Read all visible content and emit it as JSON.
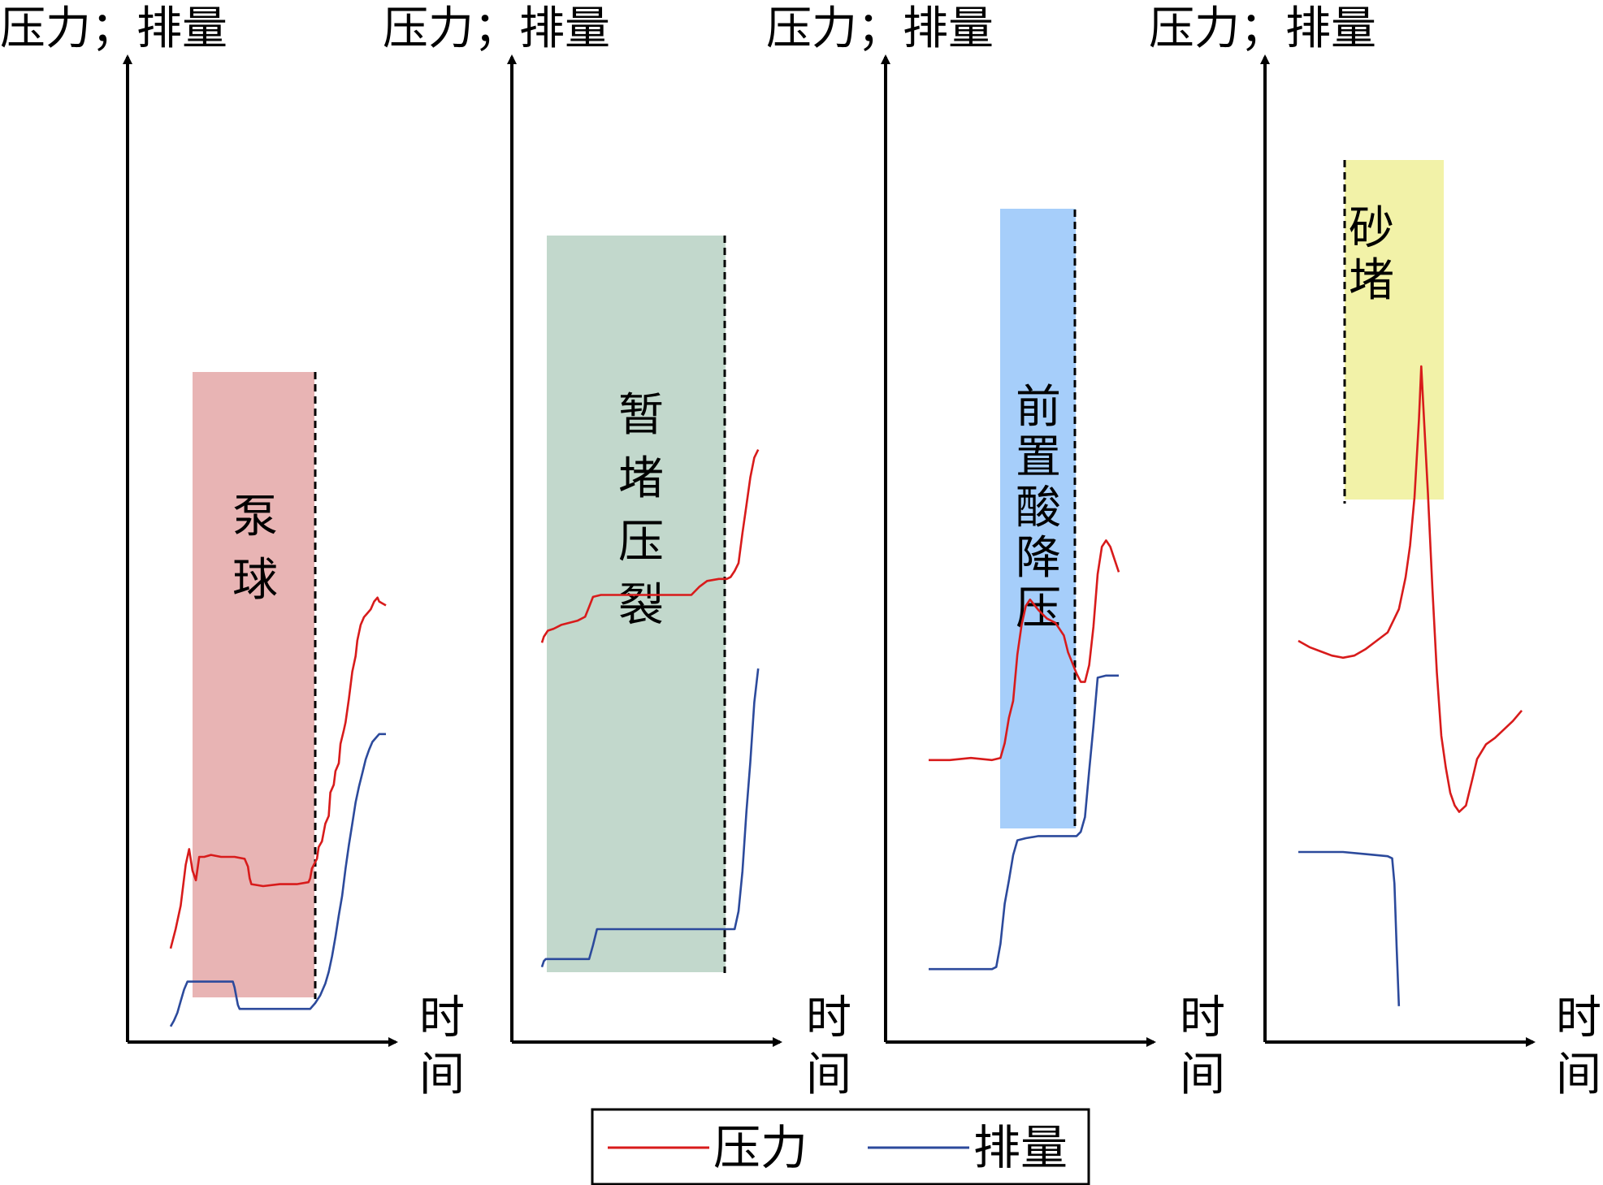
{
  "chart_data": [
    {
      "type": "line",
      "ylabel": "压力；排量",
      "xlabel": "时间",
      "stage_label": "泵球",
      "stage_color": "#e8b4b4",
      "series": [
        {
          "name": "压力",
          "values": [
            [
              0,
              48
            ],
            [
              3,
              58
            ],
            [
              6,
              70
            ],
            [
              9,
              91
            ],
            [
              11,
              99
            ],
            [
              13,
              88
            ],
            [
              15,
              83
            ],
            [
              17,
              95
            ],
            [
              20,
              95
            ],
            [
              24,
              96
            ],
            [
              30,
              95
            ],
            [
              38,
              95
            ],
            [
              44,
              94
            ],
            [
              46,
              90
            ],
            [
              47,
              84
            ],
            [
              48,
              81
            ],
            [
              55,
              80
            ],
            [
              65,
              81
            ],
            [
              75,
              81
            ],
            [
              82,
              82
            ],
            [
              83,
              84
            ],
            [
              84,
              89
            ],
            [
              87,
              94
            ],
            [
              88,
              100
            ],
            [
              90,
              103
            ],
            [
              92,
              112
            ],
            [
              94,
              116
            ],
            [
              95,
              128
            ],
            [
              97,
              132
            ],
            [
              98,
              139
            ],
            [
              100,
              143
            ],
            [
              101,
              153
            ],
            [
              103,
              160
            ],
            [
              104,
              164
            ],
            [
              106,
              176
            ],
            [
              108,
              190
            ],
            [
              110,
              198
            ],
            [
              111,
              206
            ],
            [
              113,
              214
            ],
            [
              115,
              218
            ],
            [
              117,
              220
            ],
            [
              119,
              222
            ],
            [
              121,
              226
            ],
            [
              123,
              228
            ],
            [
              124,
              226
            ],
            [
              126,
              225
            ],
            [
              128,
              224
            ]
          ]
        },
        {
          "name": "排量",
          "values": [
            [
              0,
              8
            ],
            [
              2,
              11
            ],
            [
              4,
              15
            ],
            [
              6,
              21
            ],
            [
              8,
              27
            ],
            [
              10,
              31
            ],
            [
              12,
              31
            ],
            [
              20,
              31
            ],
            [
              28,
              31
            ],
            [
              37,
              31
            ],
            [
              38,
              28
            ],
            [
              40,
              19
            ],
            [
              41,
              17
            ],
            [
              50,
              17
            ],
            [
              60,
              17
            ],
            [
              70,
              17
            ],
            [
              80,
              17
            ],
            [
              83,
              17
            ],
            [
              86,
              20
            ],
            [
              89,
              24
            ],
            [
              92,
              30
            ],
            [
              94,
              36
            ],
            [
              96,
              44
            ],
            [
              98,
              54
            ],
            [
              100,
              65
            ],
            [
              102,
              75
            ],
            [
              104,
              89
            ],
            [
              106,
              101
            ],
            [
              108,
              112
            ],
            [
              110,
              123
            ],
            [
              112,
              131
            ],
            [
              114,
              138
            ],
            [
              116,
              145
            ],
            [
              118,
              150
            ],
            [
              120,
              154
            ],
            [
              122,
              156
            ],
            [
              124,
              158
            ],
            [
              126,
              158
            ],
            [
              128,
              158
            ]
          ]
        }
      ]
    },
    {
      "type": "line",
      "ylabel": "压力；排量",
      "xlabel": "时间",
      "stage_label": "暂堵压裂",
      "stage_color": "#c2d8cc",
      "series": [
        {
          "name": "压力",
          "values": [
            [
              0,
              175
            ],
            [
              1,
              178
            ],
            [
              3,
              181
            ],
            [
              6,
              182
            ],
            [
              10,
              184
            ],
            [
              14,
              185
            ],
            [
              18,
              186
            ],
            [
              22,
              188
            ],
            [
              24,
              193
            ],
            [
              26,
              198
            ],
            [
              30,
              199
            ],
            [
              40,
              199
            ],
            [
              50,
              199
            ],
            [
              60,
              199
            ],
            [
              70,
              199
            ],
            [
              76,
              199
            ],
            [
              80,
              203
            ],
            [
              84,
              206
            ],
            [
              90,
              207
            ],
            [
              94,
              207
            ],
            [
              96,
              208
            ],
            [
              98,
              211
            ],
            [
              100,
              215
            ],
            [
              102,
              230
            ],
            [
              104,
              244
            ],
            [
              106,
              258
            ],
            [
              108,
              268
            ],
            [
              110,
              272
            ]
          ]
        },
        {
          "name": "排量",
          "values": [
            [
              0,
              12
            ],
            [
              1,
              15
            ],
            [
              2,
              16
            ],
            [
              10,
              16
            ],
            [
              18,
              16
            ],
            [
              24,
              16
            ],
            [
              26,
              23
            ],
            [
              28,
              31
            ],
            [
              30,
              31
            ],
            [
              60,
              31
            ],
            [
              90,
              31
            ],
            [
              96,
              31
            ],
            [
              98,
              31
            ],
            [
              100,
              40
            ],
            [
              102,
              60
            ],
            [
              104,
              90
            ],
            [
              106,
              115
            ],
            [
              108,
              145
            ],
            [
              110,
              162
            ]
          ]
        }
      ]
    },
    {
      "type": "line",
      "ylabel": "压力；排量",
      "xlabel": "时间",
      "stage_label": "前置酸降压",
      "stage_color": "#a6cefa",
      "series": [
        {
          "name": "压力",
          "values": [
            [
              0,
              117
            ],
            [
              10,
              117
            ],
            [
              20,
              118
            ],
            [
              30,
              117
            ],
            [
              34,
              118
            ],
            [
              36,
              125
            ],
            [
              38,
              137
            ],
            [
              40,
              145
            ],
            [
              42,
              167
            ],
            [
              44,
              181
            ],
            [
              46,
              190
            ],
            [
              48,
              193
            ],
            [
              52,
              188
            ],
            [
              56,
              184
            ],
            [
              60,
              182
            ],
            [
              64,
              176
            ],
            [
              66,
              168
            ],
            [
              68,
              163
            ],
            [
              70,
              158
            ],
            [
              72,
              154
            ],
            [
              74,
              154
            ],
            [
              76,
              162
            ],
            [
              78,
              180
            ],
            [
              80,
              205
            ],
            [
              82,
              218
            ],
            [
              84,
              221
            ],
            [
              86,
              218
            ],
            [
              88,
              212
            ],
            [
              90,
              206
            ]
          ]
        },
        {
          "name": "排量",
          "values": [
            [
              0,
              18
            ],
            [
              10,
              18
            ],
            [
              20,
              18
            ],
            [
              30,
              18
            ],
            [
              32,
              19
            ],
            [
              34,
              30
            ],
            [
              36,
              49
            ],
            [
              38,
              60
            ],
            [
              40,
              72
            ],
            [
              42,
              79
            ],
            [
              46,
              80
            ],
            [
              52,
              81
            ],
            [
              60,
              81
            ],
            [
              70,
              81
            ],
            [
              72,
              83
            ],
            [
              74,
              90
            ],
            [
              76,
              112
            ],
            [
              78,
              133
            ],
            [
              80,
              156
            ],
            [
              84,
              157
            ],
            [
              90,
              157
            ]
          ]
        }
      ]
    },
    {
      "type": "line",
      "ylabel": "压力；排量",
      "xlabel": "时间",
      "stage_label": "砂堵",
      "stage_color": "#f2f2a8",
      "series": [
        {
          "name": "压力",
          "values": [
            [
              0,
              175
            ],
            [
              5,
              172
            ],
            [
              10,
              170
            ],
            [
              15,
              168
            ],
            [
              20,
              167
            ],
            [
              25,
              168
            ],
            [
              30,
              171
            ],
            [
              35,
              175
            ],
            [
              40,
              179
            ],
            [
              45,
              190
            ],
            [
              48,
              205
            ],
            [
              50,
              220
            ],
            [
              52,
              243
            ],
            [
              54,
              280
            ],
            [
              55,
              305
            ],
            [
              56,
              285
            ],
            [
              58,
              245
            ],
            [
              60,
              200
            ],
            [
              62,
              160
            ],
            [
              64,
              130
            ],
            [
              66,
              115
            ],
            [
              68,
              103
            ],
            [
              70,
              97
            ],
            [
              72,
              94
            ],
            [
              75,
              97
            ],
            [
              78,
              110
            ],
            [
              80,
              119
            ],
            [
              84,
              126
            ],
            [
              88,
              129
            ],
            [
              92,
              133
            ],
            [
              96,
              137
            ],
            [
              100,
              142
            ]
          ]
        },
        {
          "name": "排量",
          "values": [
            [
              0,
              75
            ],
            [
              10,
              75
            ],
            [
              20,
              75
            ],
            [
              30,
              74
            ],
            [
              40,
              73
            ],
            [
              42,
              72
            ],
            [
              43,
              60
            ],
            [
              44,
              30
            ],
            [
              45,
              2
            ]
          ]
        }
      ]
    }
  ],
  "legend": {
    "entries": [
      {
        "name": "压力",
        "color": "#d81b1b"
      },
      {
        "name": "排量",
        "color": "#2c4a9c"
      }
    ]
  },
  "colors": {
    "pressure": "#d81b1b",
    "rate": "#2c4a9c",
    "axis": "#000000"
  }
}
